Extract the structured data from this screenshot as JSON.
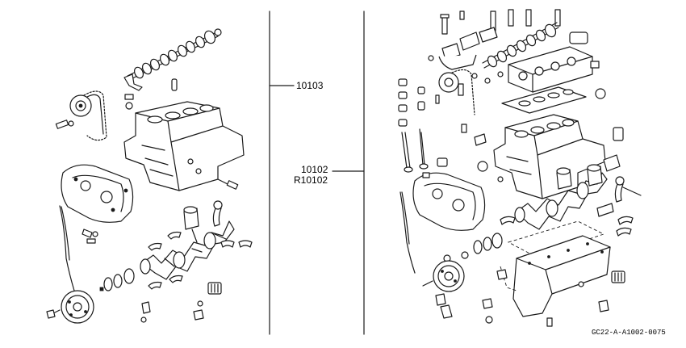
{
  "diagram": {
    "callouts": {
      "sub_assembly": "10103",
      "engine_assembly": "10102",
      "engine_assembly_rebuilt": "R10102"
    },
    "drawing_code": "GC22-A-A1002-0075"
  }
}
